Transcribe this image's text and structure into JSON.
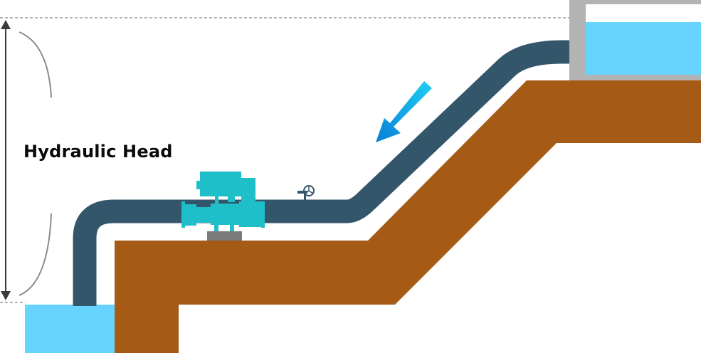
{
  "diagram": {
    "title_label": "Hydraulic Head",
    "components": {
      "upper_reservoir": "upper-reservoir",
      "lower_reservoir": "lower-reservoir",
      "penstock_pipe": "penstock-pipe",
      "turbine_pump": "pump-turbine",
      "valve": "gate-valve",
      "flow_arrow": "flow-direction-arrow",
      "ground": "ground-terrain",
      "head_dimension": "hydraulic-head-dimension"
    },
    "colors": {
      "water": "#66d4fe",
      "pipe": "#34566a",
      "ground": "#a55a16",
      "pump": "#1fbfca",
      "pump_base": "#7a7a7a",
      "tank_frame": "#b3b3b3",
      "arrow_start": "#1fd0f2",
      "arrow_end": "#0a7fd8",
      "dimension_line": "#3a3a3a",
      "brace": "#8a8a8a",
      "dashed_line": "#9a9a9a"
    }
  }
}
